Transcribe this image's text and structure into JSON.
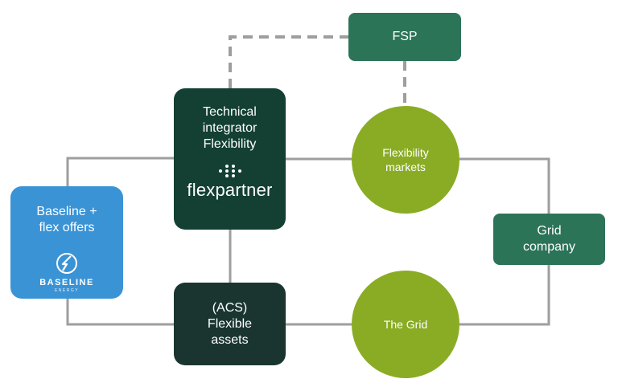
{
  "nodes": {
    "fsp": {
      "label": "FSP",
      "color": "#2b7458"
    },
    "technical_integrator": {
      "label": "Technical\nintegrator\nFlexibility",
      "logo_text": "flexpartner",
      "logo_icon": "flexpartner-dots-icon",
      "color": "#134032"
    },
    "flexibility_markets": {
      "label": "Flexibility\nmarkets",
      "color": "#8aac25"
    },
    "baseline": {
      "label": "Baseline +\nflex offers",
      "logo_text": "BASELINE",
      "logo_subtext": "ENERGY",
      "logo_icon": "baseline-lightning-icon",
      "color": "#3a93d5"
    },
    "grid_company": {
      "label": "Grid\ncompany",
      "color": "#2b7458"
    },
    "acs_flexible_assets": {
      "label": "(ACS)\nFlexible\nassets",
      "color": "#1a3530"
    },
    "the_grid": {
      "label": "The Grid",
      "color": "#8aac25"
    }
  },
  "connectors": {
    "solid_color": "#9e9e9e",
    "dashed_color": "#9e9e9e"
  }
}
